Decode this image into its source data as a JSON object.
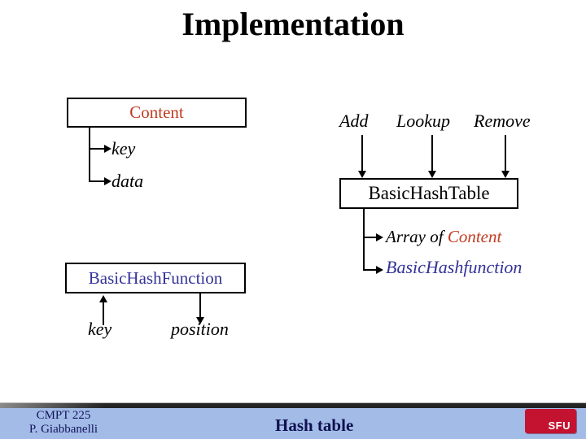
{
  "slide": {
    "title": "Implementation",
    "diagram": {
      "content_box": {
        "label": "Content"
      },
      "content_fields": [
        {
          "label": "key"
        },
        {
          "label": "data"
        }
      ],
      "operations": [
        {
          "label": "Add"
        },
        {
          "label": "Lookup"
        },
        {
          "label": "Remove"
        }
      ],
      "hash_table_box": {
        "label": "BasicHashTable"
      },
      "hash_table_members": [
        {
          "prefix": "Array of ",
          "highlight": "Content"
        },
        {
          "label": "BasicHashfunction"
        }
      ],
      "hash_function_box": {
        "label": "BasicHashFunction"
      },
      "hash_function_input": {
        "label": "key"
      },
      "hash_function_output": {
        "label": "position"
      }
    },
    "footer": {
      "course": "CMPT 225",
      "author": "P. Giabbanelli",
      "topic": "Hash table",
      "logo": "SFU"
    },
    "colors": {
      "highlight_red": "#c23b22",
      "class_blue": "#333399",
      "footer_bar_blue": "#a2bce7",
      "footer_text_navy": "#15155c",
      "logo_red": "#c41331"
    }
  }
}
